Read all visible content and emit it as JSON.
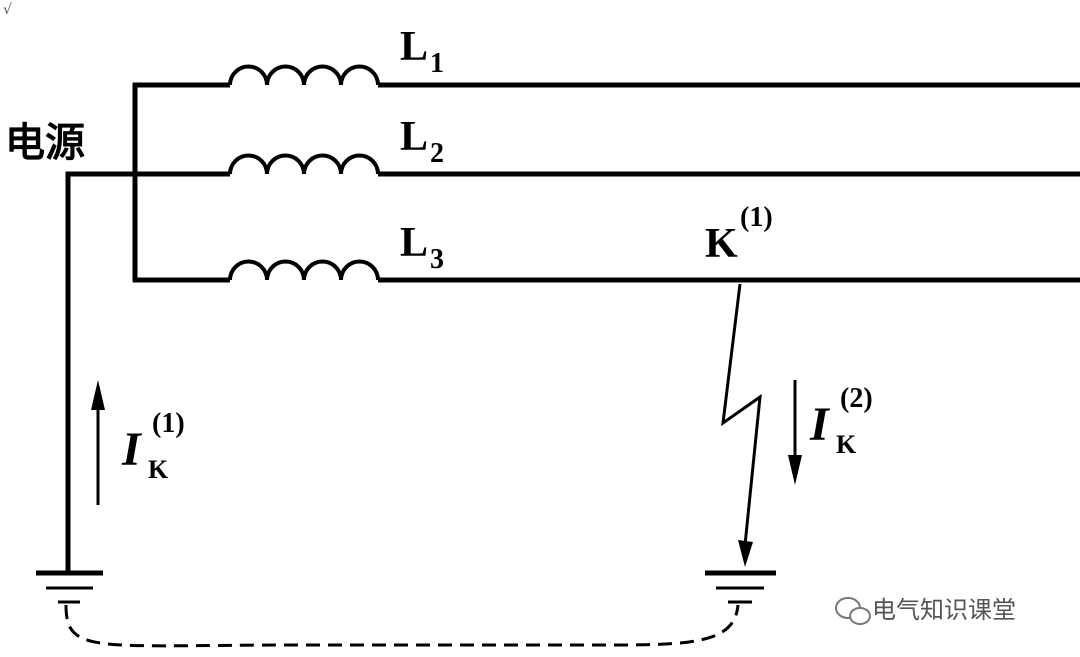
{
  "source_label": "电源",
  "lines": [
    {
      "letter": "L",
      "sub": "1"
    },
    {
      "letter": "L",
      "sub": "2"
    },
    {
      "letter": "L",
      "sub": "3"
    }
  ],
  "fault_point": {
    "letter": "K",
    "sup": "(1)"
  },
  "current_return": {
    "letter": "I",
    "sub": "K",
    "sup": "(1)"
  },
  "current_fault": {
    "letter": "I",
    "sub": "K",
    "sup": "(2)"
  },
  "watermark": "电气知识课堂",
  "corner_mark": "√"
}
